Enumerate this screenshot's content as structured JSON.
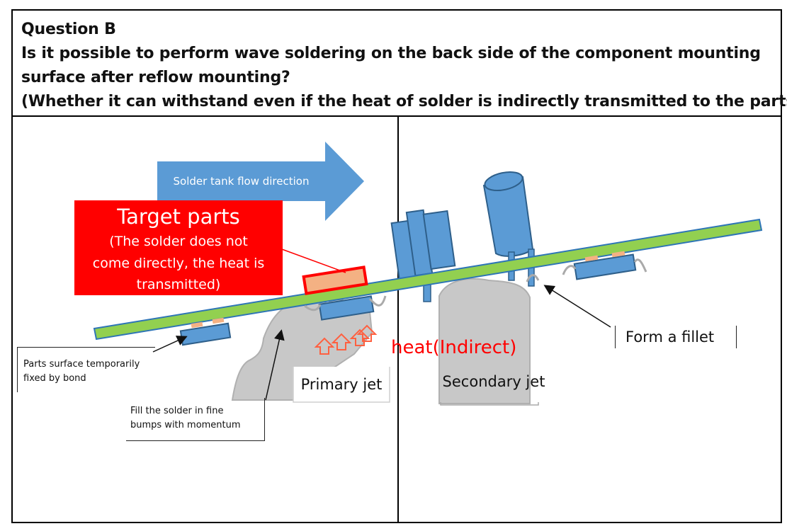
{
  "header": {
    "line1": "Question B",
    "line2": "Is it possible to perform wave soldering on the back side of the component mounting",
    "line3": "surface after reflow mounting?",
    "line4": "(Whether it can withstand even if the heat of solder is indirectly transmitted to the parts)"
  },
  "diagram": {
    "flow_arrow_label": "Solder tank flow direction",
    "target_title": "Target parts",
    "target_desc_1": "(The solder does not",
    "target_desc_2": "come directly, the heat is",
    "target_desc_3": "transmitted)",
    "heat_label": "heat(Indirect)",
    "primary_jet": "Primary jet",
    "secondary_jet": "Secondary jet",
    "form_fillet": "Form a fillet",
    "bond_note_1": "Parts surface temporarily",
    "bond_note_2": "fixed by bond",
    "fill_note_1": "Fill the solder in fine",
    "fill_note_2": "bumps with momentum"
  },
  "colors": {
    "board_green": "#92d050",
    "part_blue": "#5b9bd5",
    "target_red": "#ff0000",
    "target_part_fill": "#f4b183",
    "jet_gray": "#c8c8c8",
    "heat_text": "#ff0000"
  }
}
